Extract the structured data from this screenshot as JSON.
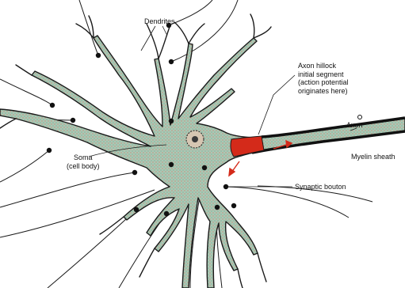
{
  "diagram": {
    "labels": {
      "dendrites": "Dendrites",
      "axon_hillock": [
        "Axon hillock",
        "initial segment",
        "(action potential",
        "originates here)"
      ],
      "axon": "Axon",
      "myelin_sheath": "Myelin sheath",
      "soma": [
        "Soma",
        "(cell body)"
      ],
      "synaptic_bouton": "Synaptic bouton"
    },
    "colors": {
      "cell_fill": "#a9c9b5",
      "outline": "#1a1a1a",
      "hillock": "#d42a1a",
      "arrows": "#d42a1a",
      "myelin": "#111111",
      "background": "#ffffff"
    }
  }
}
